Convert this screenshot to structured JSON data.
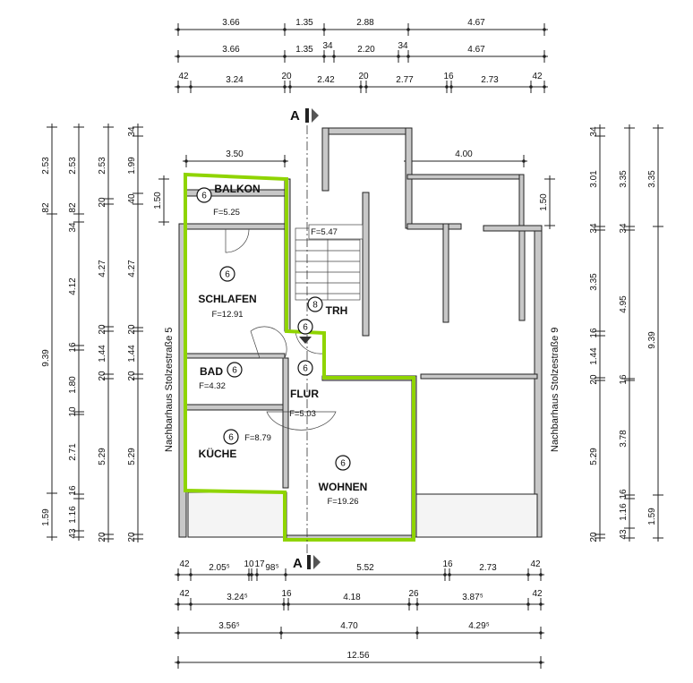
{
  "title_marks": {
    "section_top": "A",
    "section_bottom": "A"
  },
  "rooms": [
    {
      "name": "BALKON",
      "number": "6",
      "area": "F=5.25"
    },
    {
      "name": "SCHLAFEN",
      "number": "6",
      "area": "F=12.91"
    },
    {
      "name": "TRH",
      "number": "8",
      "area": "F=5.47"
    },
    {
      "name": "BAD",
      "number": "6",
      "area": "F=4.32"
    },
    {
      "name": "FLUR",
      "number": "6",
      "area": "F=5.03"
    },
    {
      "name": "KÜCHE",
      "number": "6",
      "area": "F=8.79"
    },
    {
      "name": "WOHNEN",
      "number": "6",
      "area": "F=19.26"
    }
  ],
  "extra_numbers": [
    "6",
    "6"
  ],
  "neighbors": {
    "left": "Nachbarhaus  Stolzestraße 5",
    "right": "Nachbarhaus  Stolzestraße 9"
  },
  "highlight_color": "#8fd400",
  "dimensions": {
    "top": [
      [
        "3.66",
        "1.35",
        "2.88",
        "4.67"
      ],
      [
        "3.66",
        "1.35",
        "34",
        "2.20",
        "34",
        "4.67"
      ],
      [
        "42",
        "3.24",
        "20",
        "2.42",
        "20",
        "2.77",
        "16",
        "2.73",
        "42"
      ]
    ],
    "bottom": [
      [
        "42",
        "2.05⁵",
        "10",
        "17",
        "98⁵",
        "5.52",
        "16",
        "2.73",
        "42"
      ],
      [
        "42",
        "3.24⁵",
        "16",
        "4.18",
        "26",
        "3.87⁵",
        "42"
      ],
      [
        "3.56⁵",
        "4.70",
        "4.29⁵"
      ],
      [
        "12.56"
      ]
    ],
    "left": [
      [
        "2.53",
        "82",
        "9.39",
        "1.59"
      ],
      [
        "2.53",
        "82",
        "34",
        "4.12",
        "16",
        "1.80",
        "10",
        "2.71",
        "16",
        "1.16",
        "43"
      ],
      [
        "2.53",
        "20",
        "4.27",
        "20",
        "1.44",
        "20",
        "5.29",
        "20"
      ],
      [
        "34",
        "1.99",
        "40",
        "4.27",
        "20",
        "1.44",
        "20",
        "5.29",
        "20"
      ]
    ],
    "right": [
      [
        "34",
        "3.01",
        "34",
        "3.35",
        "16",
        "1.44",
        "20",
        "5.29",
        "20"
      ],
      [
        "3.35",
        "34",
        "4.95",
        "16",
        "3.78",
        "16",
        "1.16",
        "43"
      ],
      [
        "3.35",
        "9.39",
        "1.59"
      ]
    ],
    "inner": {
      "balkon_width": "3.50",
      "terrace_width": "4.00",
      "left_depth": "1.50",
      "right_depth": "1.50"
    }
  }
}
